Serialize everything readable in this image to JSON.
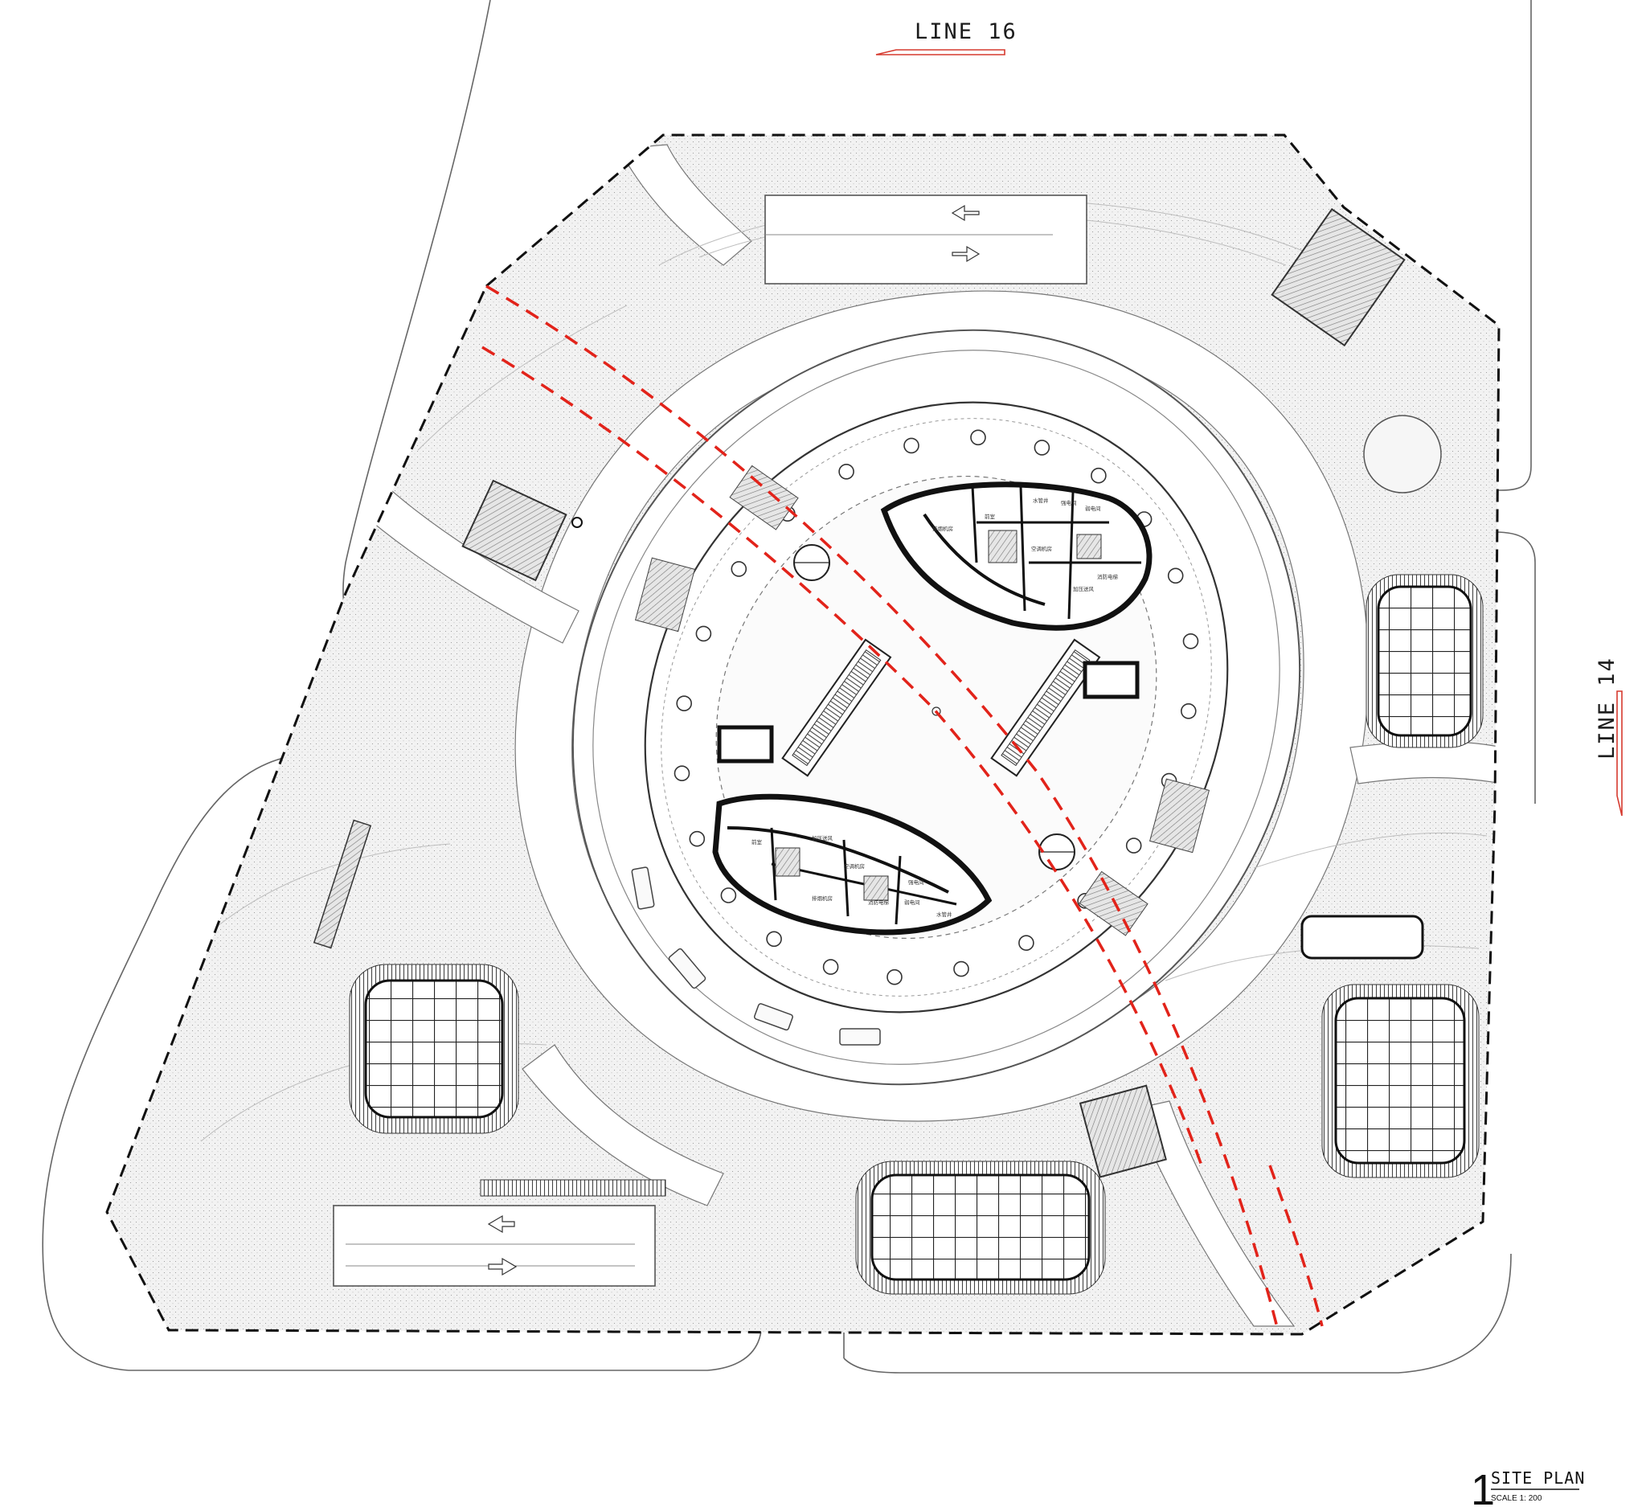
{
  "labels": {
    "line_north": "LINE 16",
    "line_east": "LINE 14"
  },
  "title_block": {
    "number": "1",
    "title": "SITE PLAN",
    "scale": "SCALE 1: 200"
  },
  "room_labels": {
    "north_core": [
      "水管井",
      "强电间",
      "弱电间",
      "空调机房",
      "加压送风",
      "消防电梯",
      "前室",
      "排烟机房"
    ],
    "south_core": [
      "前室",
      "加压送风",
      "空调机房",
      "消防电梯",
      "强电间",
      "弱电间",
      "排烟机房",
      "水管井"
    ]
  },
  "colors": {
    "paving": "#f1f1f1",
    "roadway": "#ffffff",
    "linework": "#555555",
    "site_boundary": "#111111",
    "metro_alignment": "#e2231a",
    "core_wall": "#111111"
  }
}
